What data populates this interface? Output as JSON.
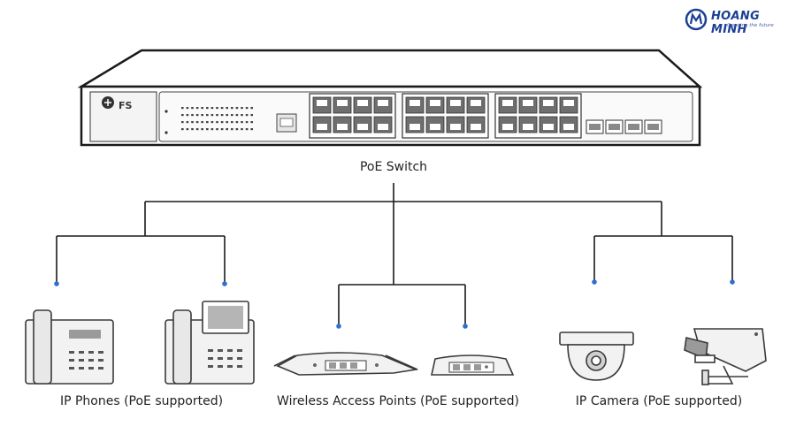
{
  "brand": {
    "name": "HOANG MINH",
    "tagline": "Creating the future"
  },
  "switch": {
    "label": "PoE Switch",
    "brand_mark": "FS"
  },
  "groups": [
    {
      "label": "IP Phones (PoE supported)"
    },
    {
      "label": "Wireless Access Points (PoE supported)"
    },
    {
      "label": "IP Camera (PoE supported)"
    }
  ],
  "colors": {
    "line": "#1a1a1a",
    "dot": "#2f6fd0",
    "device_fill": "#f2f2f2",
    "device_stroke": "#3a3a3a"
  }
}
